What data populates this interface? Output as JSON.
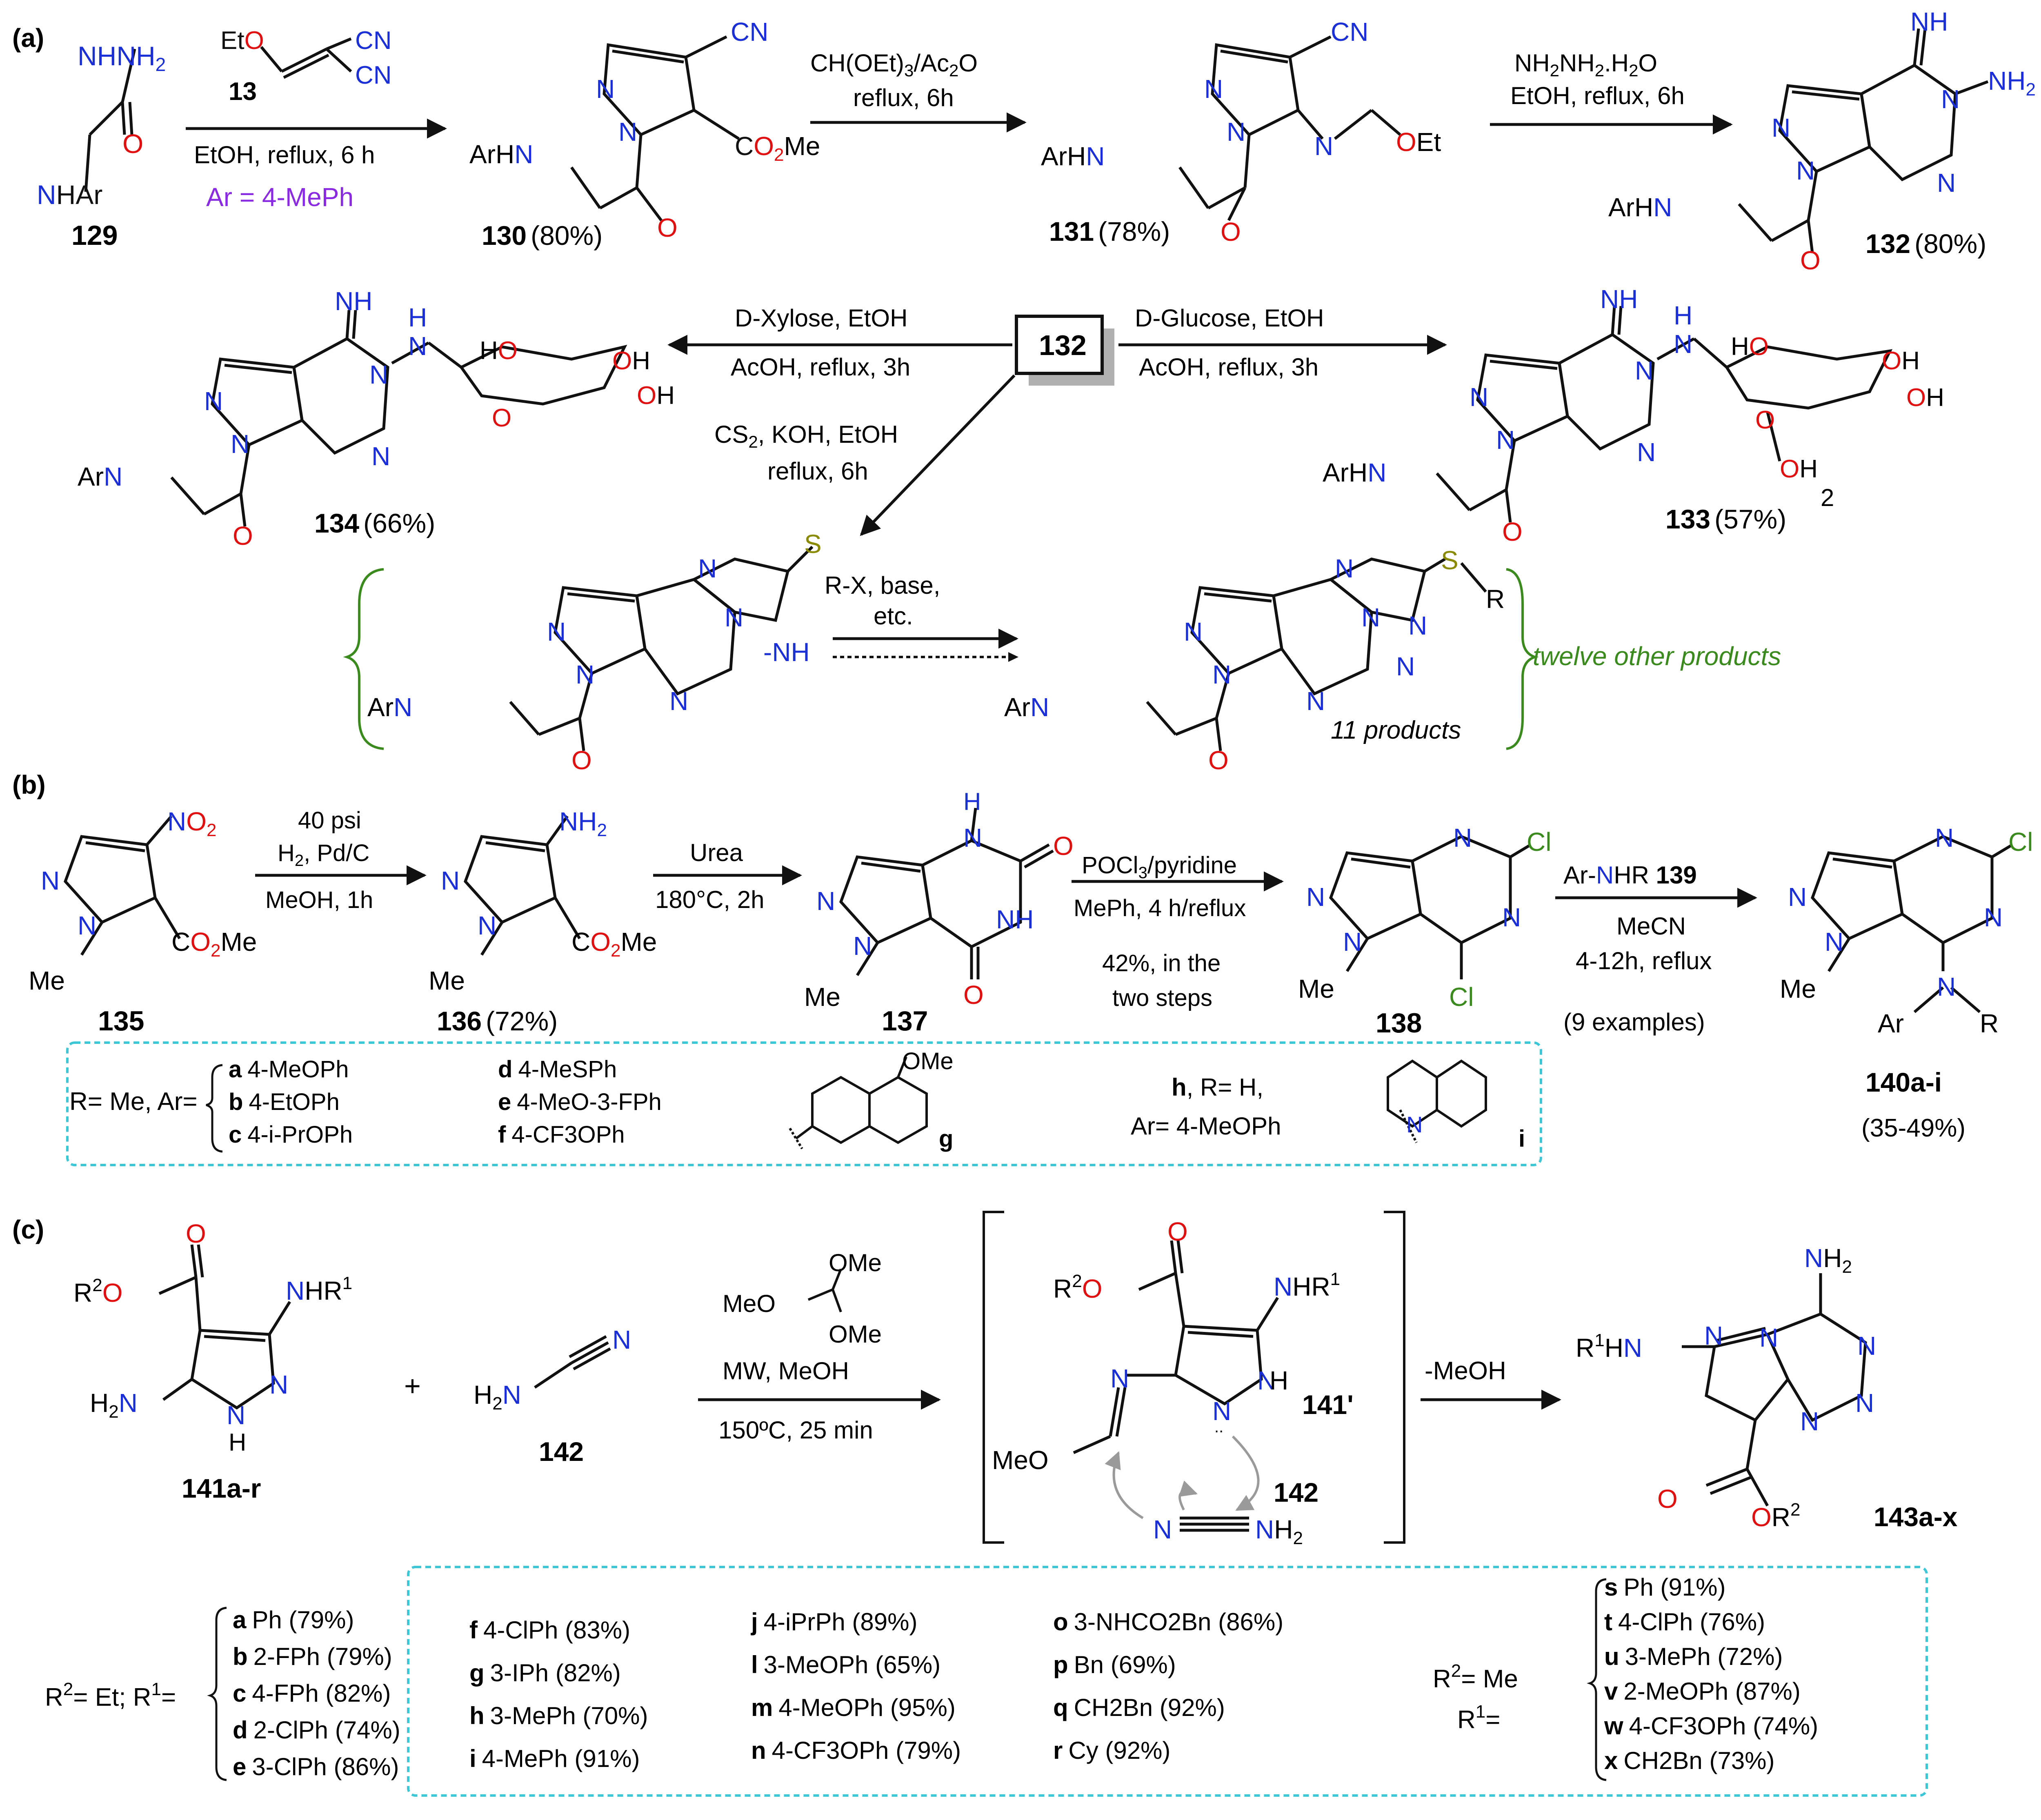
{
  "panels": {
    "a": "(a)",
    "b": "(b)",
    "c": "(c)"
  },
  "colors": {
    "nitrogen": "#1a2fd6",
    "oxygen": "#e01010",
    "sulfur": "#8a8a00",
    "note_green": "#3a8a1e",
    "purple": "#8a2be2",
    "box_cyan": "#3cc6d6",
    "gray": "#9a9a9a"
  },
  "panel_a": {
    "c129": "129",
    "c129_nhnh2": "NHNH",
    "c129_nhnh2_sub": "2",
    "c129_nhar": "NHAr",
    "reagent13_eto": "EtO",
    "reagent13_cn1": "CN",
    "reagent13_cn2": "CN",
    "reagent13_label": "13",
    "step1_cond": "EtOH, reflux, 6 h",
    "step1_ar": "Ar = 4-MePh",
    "c130": "130",
    "c130_yield": "(80%)",
    "c130_arhn": "ArHN",
    "c130_cn": "CN",
    "c130_co2me_a": "CO",
    "c130_co2me_sub": "2",
    "c130_co2me_b": "Me",
    "step2_cond1a": "CH(OEt)",
    "step2_cond1_sub": "3",
    "step2_cond1b": "/Ac",
    "step2_cond1_sub2": "2",
    "step2_cond1c": "O",
    "step2_cond2": "reflux, 6h",
    "c131": "131",
    "c131_yield": "(78%)",
    "c131_arhn": "ArHN",
    "c131_cn": "CN",
    "c131_oet": "OEt",
    "step3_cond1": "NH2NH2.H2O",
    "step3_cond2": "EtOH, reflux, 6h",
    "c132": "132",
    "c132_yield": "(80%)",
    "c132_nh": "NH",
    "c132_nh2": "NH2",
    "c132_arhn": "ArHN",
    "box132": "132",
    "xylose_cond1": "D-Xylose, EtOH",
    "xylose_cond2": "AcOH, reflux, 3h",
    "glucose_cond1": "D-Glucose, EtOH",
    "glucose_cond2": "AcOH, reflux, 3h",
    "cs2_cond1": "CS2, KOH, EtOH",
    "cs2_cond2": "reflux, 6h",
    "c134": "134",
    "c134_yield": "(66%)",
    "c134_arn": "ArN",
    "c133": "133",
    "c133_yield": "(57%)",
    "c133_arhn": "ArHN",
    "c133_oh2": "2",
    "rx_cond1": "R-X, base,",
    "rx_cond2": "etc.",
    "eleven": "11 products",
    "twelve": "twelve other products",
    "sr": "R"
  },
  "panel_b": {
    "c135": "135",
    "c136": "136",
    "c136_yield": "(72%)",
    "c137": "137",
    "c138": "138",
    "c140": "140a-i",
    "c140_yield": "(35-49%)",
    "step1_cond1": "40 psi",
    "step1_cond2": "H2, Pd/C",
    "step1_cond3": "MeOH, 1h",
    "step2_cond1": "Urea",
    "step2_cond2": "180°C, 2h",
    "step3_cond1": "POCl3/pyridine",
    "step3_cond2": "MePh, 4 h/reflux",
    "step3_cond3": "42%, in the",
    "step3_cond4": "two steps",
    "step4_cond1a": "Ar-",
    "step4_cond1b": "NHR",
    "step4_cond1c": "139",
    "step4_cond2": "MeCN",
    "step4_cond3": "4-12h, reflux",
    "step4_cond4": "(9 examples)",
    "no2": "NO2",
    "nh2": "NH2",
    "co2me": "CO2Me",
    "me": "Me",
    "cl": "Cl",
    "ar_n_r": "Ar",
    "r_label": "R",
    "sub_prefix": "R= Me, Ar=",
    "subs_col1": [
      {
        "k": "a",
        "v": "4-MeOPh"
      },
      {
        "k": "b",
        "v": "4-EtOPh"
      },
      {
        "k": "c",
        "v": "4-i-PrOPh"
      }
    ],
    "subs_col2": [
      {
        "k": "d",
        "v": "4-MeSPh"
      },
      {
        "k": "e",
        "v": "4-MeO-3-FPh"
      },
      {
        "k": "f",
        "v": "4-CF3OPh"
      }
    ],
    "sub_g": "g",
    "sub_g_ome": "OMe",
    "sub_h1": "h, R= H,",
    "sub_h2": "Ar= 4-MeOPh",
    "sub_i": "i",
    "sub_i_n": "N"
  },
  "panel_c": {
    "c141": "141a-r",
    "c142": "142",
    "c142b": "142",
    "c141p": "141'",
    "c143": "143a-x",
    "plus": "+",
    "cond_ome1": "OMe",
    "cond_meo": "MeO",
    "cond_ome2": "OMe",
    "cond1": "MW, MeOH",
    "cond2": "150ºC, 25 min",
    "minus_meoh": "-MeOH",
    "r2o": "O",
    "nhr1": "NHR",
    "h2n": "H2N",
    "h": "H",
    "meo": "MeO",
    "nh": "NH",
    "nh2": "NH2",
    "r1hn": "HN",
    "sub_left": "R2= Et; R1=",
    "subs_c1": [
      {
        "k": "a",
        "v": "Ph (79%)"
      },
      {
        "k": "b",
        "v": "2-FPh (79%)"
      },
      {
        "k": "c",
        "v": "4-FPh (82%)"
      },
      {
        "k": "d",
        "v": "2-ClPh (74%)"
      },
      {
        "k": "e",
        "v": "3-ClPh (86%)"
      }
    ],
    "subs_c2": [
      {
        "k": "f",
        "v": "4-ClPh (83%)"
      },
      {
        "k": "g",
        "v": "3-IPh (82%)"
      },
      {
        "k": "h",
        "v": "3-MePh (70%)"
      },
      {
        "k": "i",
        "v": "4-MePh (91%)"
      }
    ],
    "subs_c3": [
      {
        "k": "j",
        "v": "4-iPrPh (89%)"
      },
      {
        "k": "l",
        "v": "3-MeOPh (65%)"
      },
      {
        "k": "m",
        "v": "4-MeOPh (95%)"
      },
      {
        "k": "n",
        "v": "4-CF3OPh (79%)"
      }
    ],
    "subs_c4": [
      {
        "k": "o",
        "v": "3-NHCO2Bn (86%)"
      },
      {
        "k": "p",
        "v": "Bn (69%)"
      },
      {
        "k": "q",
        "v": "CH2Bn (92%)"
      },
      {
        "k": "r",
        "v": "Cy (92%)"
      }
    ],
    "sub_right1": "R2= Me",
    "sub_right2": "R1=",
    "subs_c5": [
      {
        "k": "s",
        "v": "Ph (91%)"
      },
      {
        "k": "t",
        "v": "4-ClPh (76%)"
      },
      {
        "k": "u",
        "v": "3-MePh (72%)"
      },
      {
        "k": "v",
        "v": "2-MeOPh (87%)"
      },
      {
        "k": "w",
        "v": "4-CF3OPh (74%)"
      },
      {
        "k": "x",
        "v": "CH2Bn (73%)"
      }
    ]
  }
}
